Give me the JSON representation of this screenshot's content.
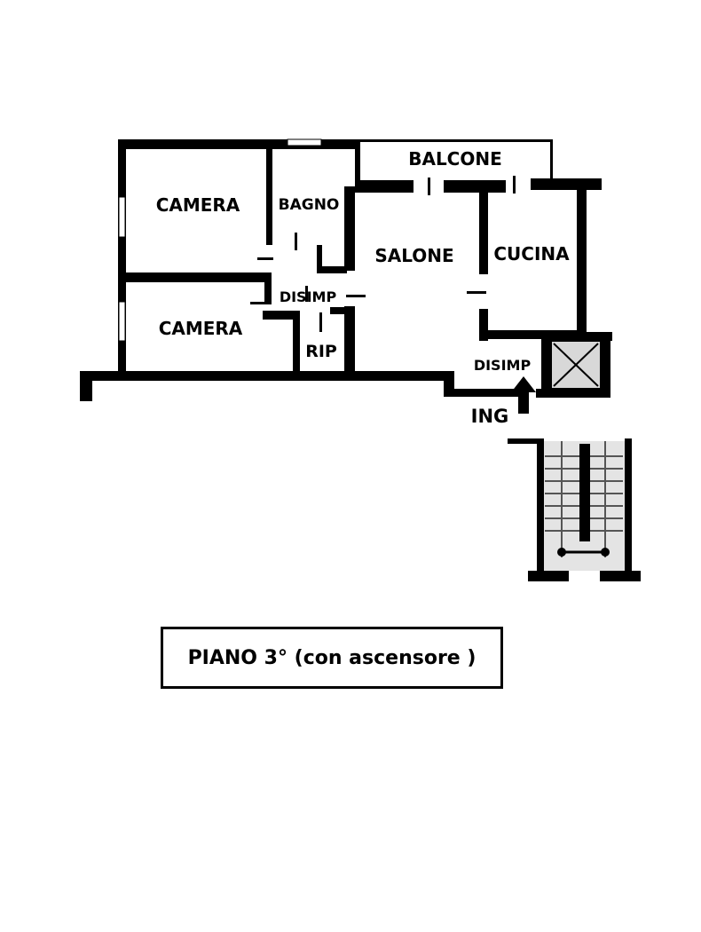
{
  "rooms": {
    "camera_top": "CAMERA",
    "bagno": "BAGNO",
    "balcone": "BALCONE",
    "salone": "SALONE",
    "cucina": "CUCINA",
    "disimp_left": "DISIMP",
    "camera_bottom": "CAMERA",
    "rip": "RIP",
    "disimp_right": "DISIMP",
    "ing": "ING"
  },
  "caption": "PIANO 3° (con ascensore )",
  "colors": {
    "wall": "#000000",
    "background": "#ffffff",
    "stair_fill": "#e4e4e4"
  },
  "icons": {
    "entrance": "arrow-up-icon",
    "elevator": "elevator-x-icon",
    "stairs": "staircase-icon"
  }
}
